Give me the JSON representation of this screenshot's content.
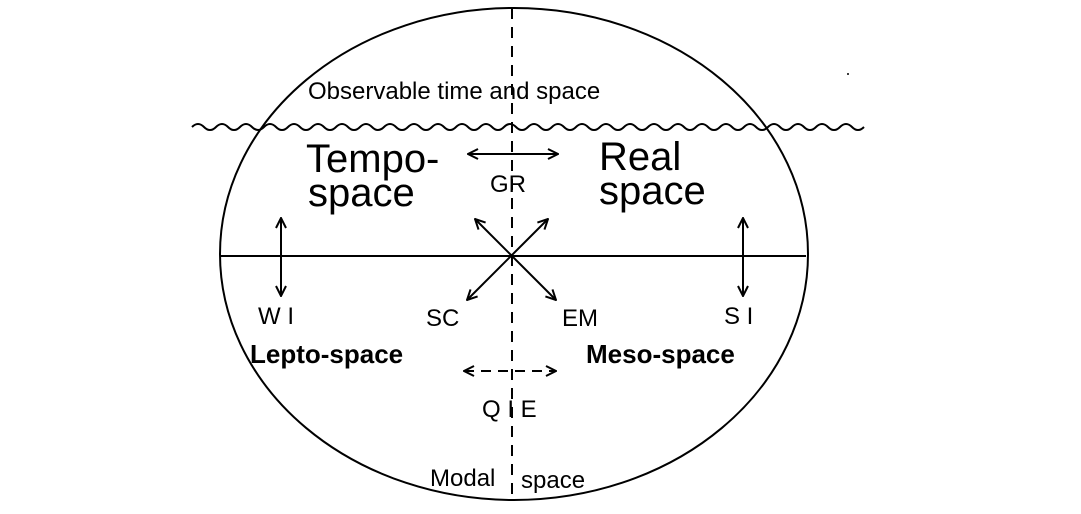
{
  "labels": {
    "observable": "Observable time and space",
    "tempo_line1": "Tempo-",
    "tempo_line2": "space",
    "real_line1": "Real",
    "real_line2": "space",
    "gr": "GR",
    "wi": "W I",
    "si": "S I",
    "sc": "SC",
    "em": "EM",
    "lepto": "Lepto-space",
    "meso": "Meso-space",
    "qie": "Q I E",
    "modal": "Modal",
    "modal_space": "space"
  },
  "colors": {
    "ink": "#000000",
    "background": "#ffffff"
  }
}
